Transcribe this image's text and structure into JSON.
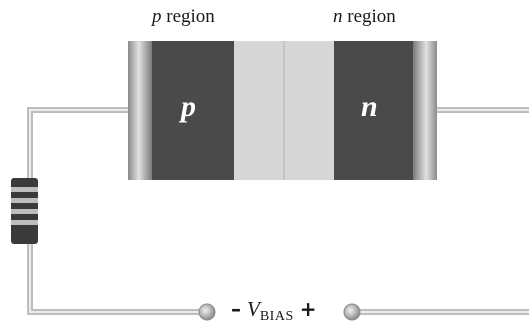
{
  "diagram": {
    "p_region_title": {
      "letter": "p",
      "word": " region"
    },
    "n_region_title": {
      "letter": "n",
      "word": " region"
    },
    "p_block_label": "p",
    "n_block_label": "n",
    "vbias": {
      "minus": "–",
      "symbol": "V",
      "subscript": "BIAS",
      "plus": "+"
    }
  },
  "colors": {
    "doped_block": "#4a4a4a",
    "depletion": "#d6d6d6",
    "end_cap": "#a8a8a8",
    "wire": "#c8c8c8",
    "resistor_body": "#3a3a3a",
    "resistor_band": "#bdbdbd",
    "terminal": "#9c9c9c"
  },
  "icons": {
    "resistor": "resistor-icon",
    "terminal": "terminal-icon"
  }
}
